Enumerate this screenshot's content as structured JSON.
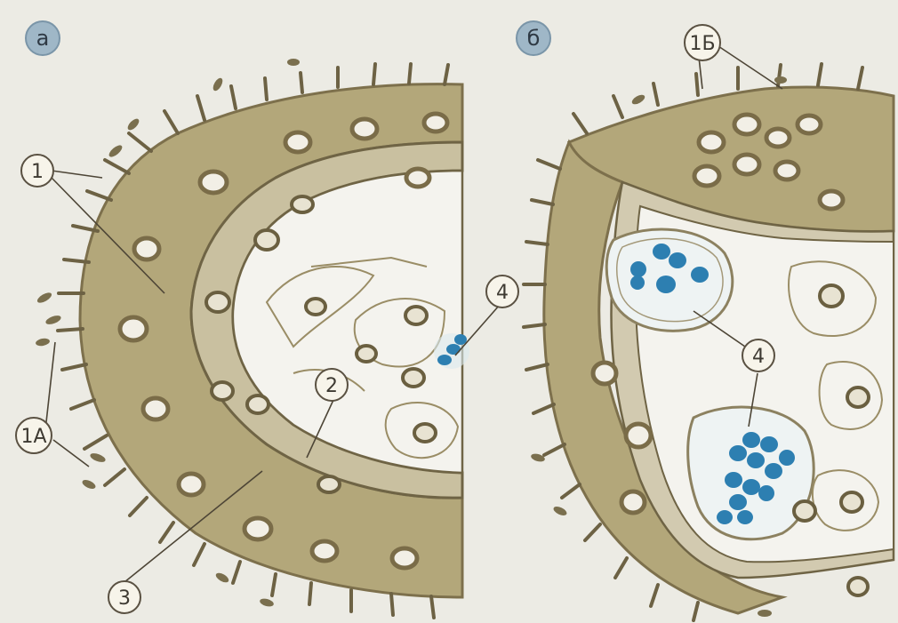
{
  "panels": {
    "a": {
      "label": "а"
    },
    "b": {
      "label": "б"
    }
  },
  "callouts": {
    "c1": "1",
    "c1a": "1А",
    "c1b": "1Б",
    "c2": "2",
    "c3": "3",
    "c4a": "4",
    "c4b": "4"
  },
  "colors": {
    "background": "#ecebe4",
    "epithelium": "#b3a77a",
    "epithelium_dark": "#8d8056",
    "nucleus_ring": "#7a6c48",
    "nucleus_fill": "#f2efe6",
    "lumen": "#f4f3ee",
    "cell_outline": "#9a8d66",
    "bacteria": "#2d7fb1",
    "label_circle": "#f7f4ea",
    "panel_badge": "#9fb7c7"
  },
  "icons": {
    "bacteria": "bacteria-cluster-icon"
  }
}
